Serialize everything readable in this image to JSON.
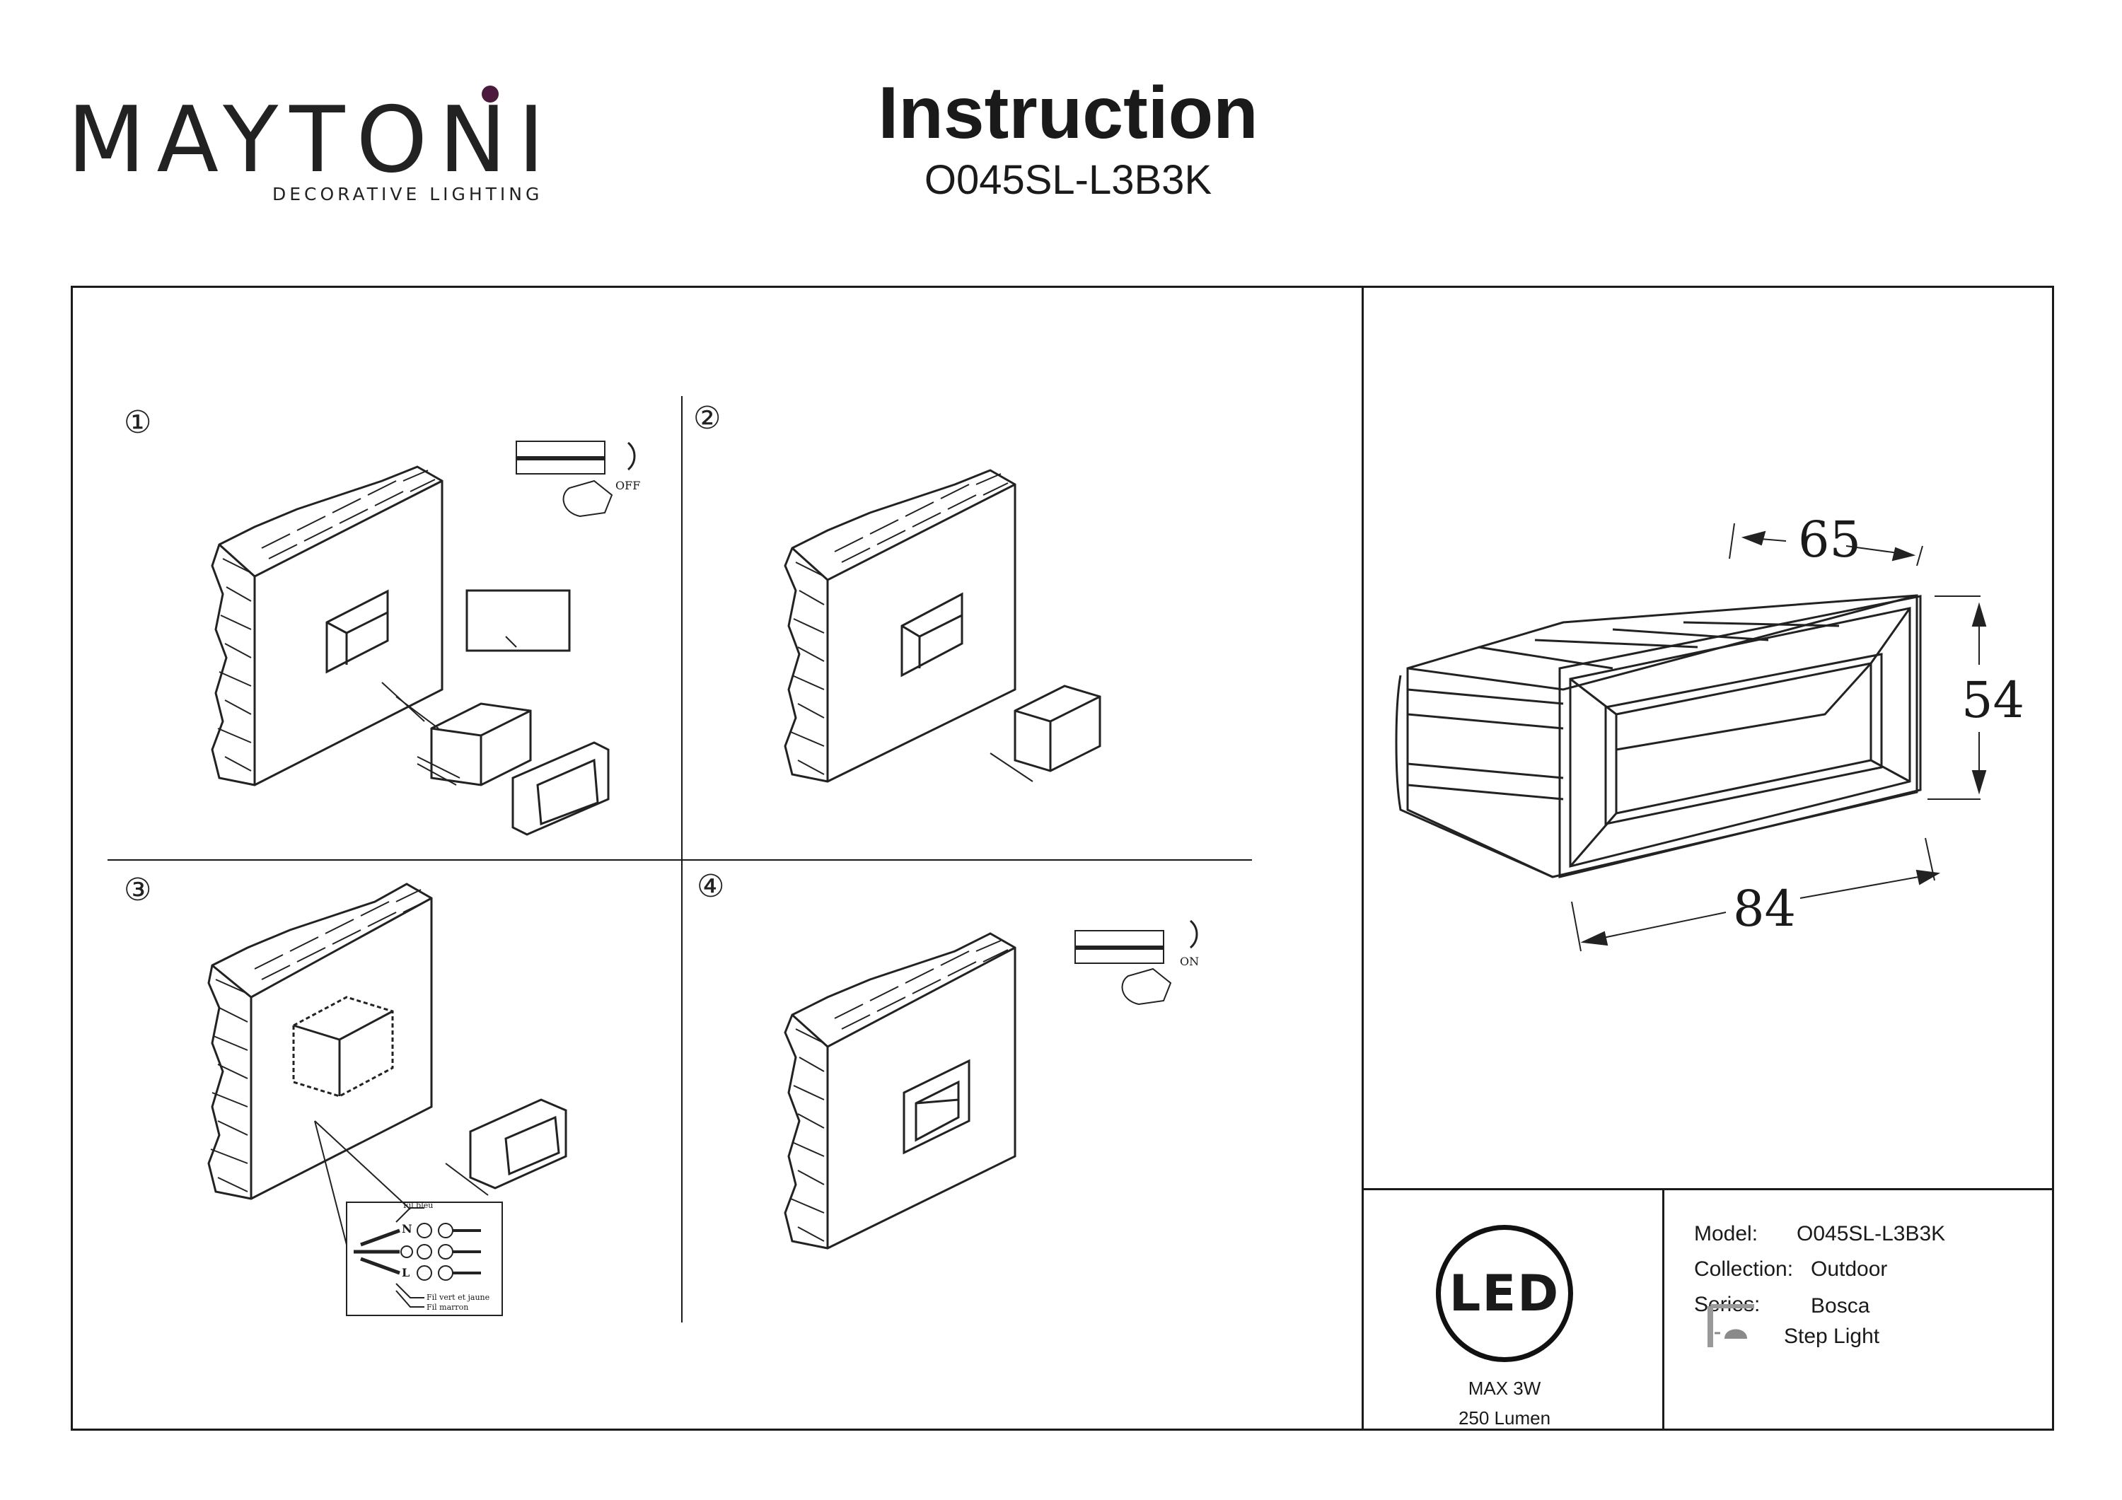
{
  "brand": {
    "name": "MAYTONI",
    "tagline": "DECORATIVE LIGHTING",
    "accent_color": "#4b1a3c"
  },
  "header": {
    "title": "Instruction",
    "model_code": "O045SL-L3B3K"
  },
  "steps": [
    {
      "number": "①",
      "switch_state": "OFF"
    },
    {
      "number": "②"
    },
    {
      "number": "③",
      "wire_labels": [
        "Fil bleu",
        "N",
        "L",
        "Fil vert et jaune",
        "Fil marron"
      ]
    },
    {
      "number": "④",
      "switch_state": "ON"
    }
  ],
  "dimensions": {
    "depth": "65",
    "height": "54",
    "width": "84"
  },
  "led": {
    "badge": "LED",
    "max_power": "MAX 3W",
    "lumen": "250 Lumen"
  },
  "specs": {
    "model_label": "Model:",
    "model_value": "O045SL-L3B3K",
    "collection_label": "Collection:",
    "collection_value": "Outdoor",
    "series_label": "Series:",
    "series_value": "Bosca",
    "type_value": "Step Light"
  }
}
